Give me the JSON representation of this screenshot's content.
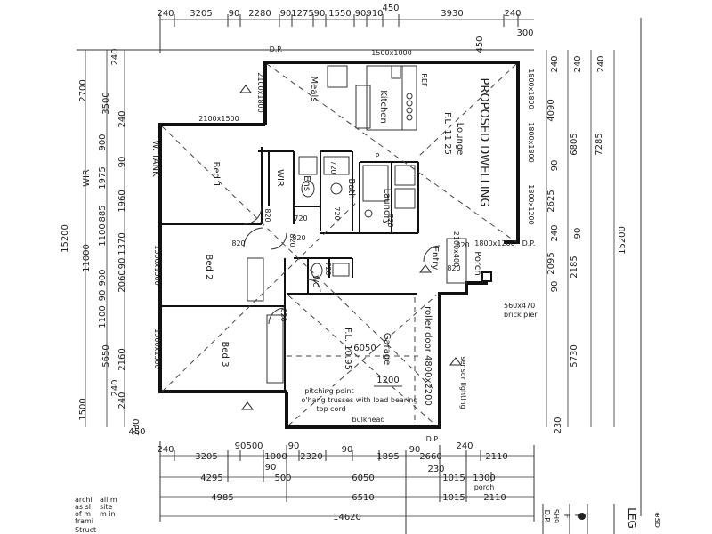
{
  "title": "PROPOSED DWELLING",
  "rooms": {
    "meals": "Meals",
    "kitchen": "Kitchen",
    "lounge": "Lounge",
    "fl_upper": "F.L. 11.25",
    "bed1": "Bed 1",
    "bed2": "Bed 2",
    "bed3": "Bed 3",
    "wir": "WIR",
    "ens": "Ens",
    "bath": "Bath",
    "laundry": "Laundry",
    "entry": "Entry",
    "porch": "Porch",
    "garage": "Garage",
    "fl_garage": "F.L. 10.95",
    "wc": "WC",
    "p": "P",
    "ref": "REF",
    "wtank": "W. TANK"
  },
  "notes": {
    "roller_door": "roller door 4800x2200",
    "pitching_1": "pitching point",
    "pitching_2": "o'hang trusses with load bearing",
    "pitching_3": "top cord",
    "bulkhead": "bulkhead",
    "sensor": "sensor lighting",
    "pier_1": "560x470",
    "pier_2": "brick pier",
    "dp": "D.P.",
    "garage_width": "6050",
    "garage_span": "1200"
  },
  "windows": {
    "kitchen": "1500x1000",
    "meals_side": "2100x1800",
    "bed1_top": "2100x1500",
    "lounge_1": "1800x1800",
    "lounge_2": "1800x1800",
    "lounge_3": "1800x1200",
    "entry": "1800x1200",
    "entry_side": "2100x400",
    "bed2_side": "1500x1500",
    "bed3_side": "1500x1500",
    "door_820a": "820",
    "door_820b": "820",
    "door_820c": "820",
    "door_820d": "820",
    "door_820e": "820",
    "door_720a": "720",
    "door_720b": "720",
    "door_720c": "720",
    "door_720d": "720",
    "door_720e": "720",
    "door_820f": "820",
    "door_820g": "820"
  },
  "dims_top": [
    "240",
    "3205",
    "90",
    "2280",
    "90",
    "1275",
    "90",
    "1550",
    "90",
    "910",
    "450",
    "3930",
    "240",
    "300",
    "450"
  ],
  "dims_bottom_row1": [
    "240",
    "3205",
    "90",
    "500",
    "1000",
    "90",
    "2320",
    "90",
    "1895",
    "90",
    "2660",
    "240",
    "2110"
  ],
  "dims_bottom_row2": [
    "4295",
    "90",
    "500",
    "6050",
    "230",
    "1015",
    "1300"
  ],
  "porch_label": "porch",
  "dims_bottom_row3": [
    "4985",
    "6510",
    "1015",
    "2110"
  ],
  "dims_bottom_total": "14620",
  "dims_left_outer": [
    "2700",
    "15200",
    "1500"
  ],
  "dims_left_mid": [
    "240",
    "3500",
    "11000",
    "5650",
    "240",
    "230",
    "450"
  ],
  "dims_left_inner": [
    "240",
    "900",
    "1975",
    "1960",
    "885",
    "1100",
    "1370",
    "2060",
    "900",
    "1100",
    "2160",
    "240",
    "90",
    "90",
    "90"
  ],
  "dims_left_inner_labels": [
    "WIR"
  ],
  "dims_right_inner": [
    "240",
    "4090",
    "90",
    "2625",
    "240",
    "2095",
    "90"
  ],
  "dims_right_mid": [
    "240",
    "6805",
    "90",
    "2185",
    "5730",
    "230"
  ],
  "dims_right_outer": [
    "240",
    "7285",
    "15200"
  ],
  "legend": [
    "SH9",
    "F",
    "F",
    "D.P.",
    "LEG"
  ],
  "legend_symbols": [
    "⊕SD"
  ],
  "side_text": [
    "archi",
    "as sl",
    "of m",
    "frami",
    "all m",
    "site",
    "m in",
    "Struct"
  ]
}
